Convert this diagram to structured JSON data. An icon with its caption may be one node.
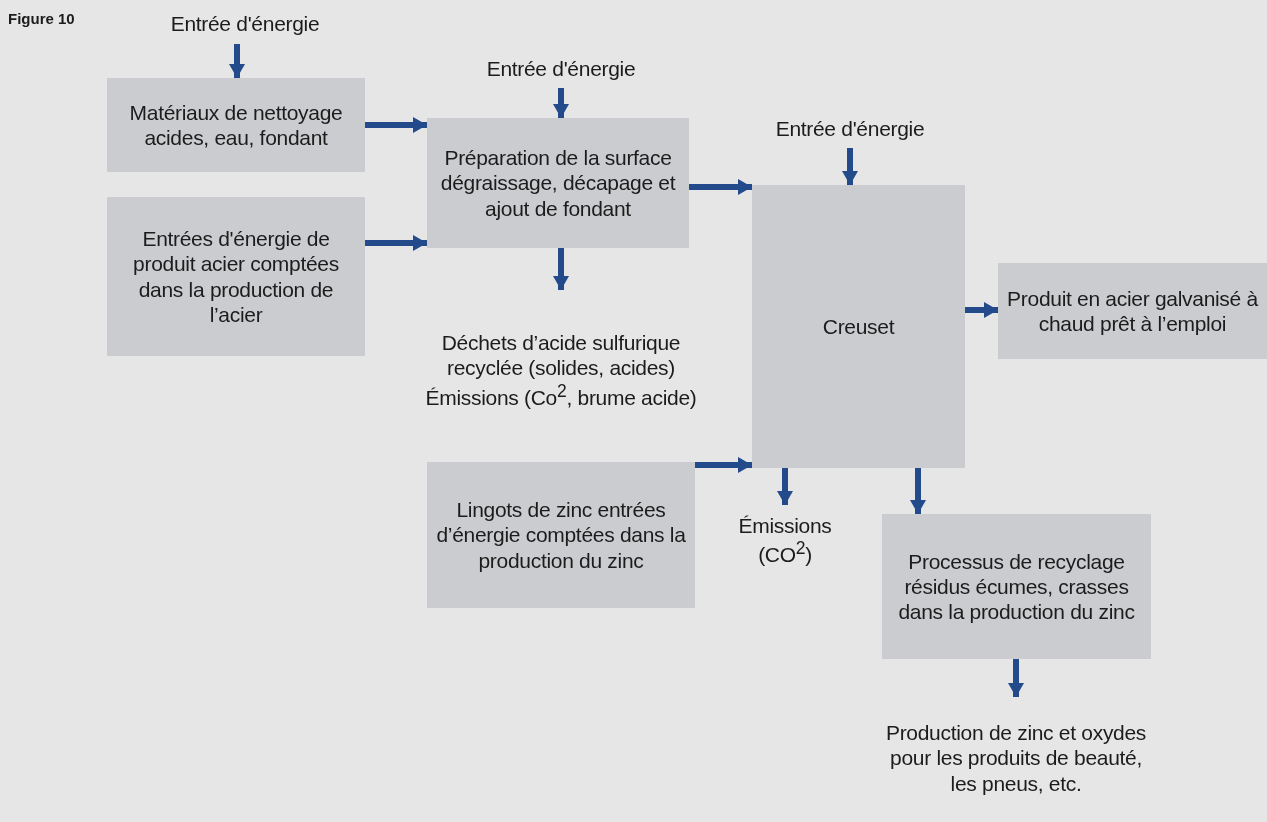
{
  "diagram": {
    "nodes": [
      {
        "text": [
          "Entrée d'énergie"
        ]
      },
      {
        "text": [
          "Matériaux de nettoyage acides, eau, fondant"
        ]
      },
      {
        "text": [
          "Entrées d'énergie de produit acier comptées dans la production de l’acier"
        ]
      },
      {
        "text": [
          "Entrée d'énergie"
        ]
      },
      {
        "text": [
          "Préparation de la surface dégraissage, décapage et ajout de fondant"
        ]
      },
      {
        "text": [
          "Déchets d’acide sulfurique recyclée (solides, acides) Émissions (Co$^{2}$, brume acide)"
        ]
      },
      {
        "text": [
          "Entrée d'énergie"
        ]
      },
      {
        "text": [
          "Creuset"
        ]
      },
      {
        "text": [
          "Produit en acier galvanisé à chaud prêt à l’emploi"
        ]
      },
      {
        "text": [
          "Lingots de zinc entrées d’énergie comptées dans la production du zinc"
        ]
      },
      {
        "text": [
          "Émissions (CO$^{2}$)"
        ]
      },
      {
        "text": [
          "Processus de recyclage résidus écumes, crasses dans la production du zinc"
        ]
      },
      {
        "text": [
          "Production de zinc et oxydes pour les produits de beauté, les pneus, etc."
        ]
      }
    ],
    "edges": [
      {
        "from": 0,
        "to": 1,
        "arrow": "to"
      },
      {
        "from": 1,
        "to": 4,
        "arrow": "to"
      },
      {
        "from": 2,
        "to": 4,
        "arrow": "to"
      },
      {
        "from": 3,
        "to": 4,
        "arrow": "to"
      },
      {
        "from": 4,
        "to": 5,
        "arrow": "to"
      },
      {
        "from": 4,
        "to": 7,
        "arrow": "to"
      },
      {
        "from": 6,
        "to": 7,
        "arrow": "to"
      },
      {
        "from": 7,
        "to": 8,
        "arrow": "to"
      },
      {
        "from": 9,
        "to": 7,
        "arrow": "to"
      },
      {
        "from": 7,
        "to": 10,
        "arrow": "to"
      },
      {
        "from": 7,
        "to": 11,
        "arrow": "to"
      },
      {
        "from": 11,
        "to": 12,
        "arrow": "to"
      }
    ],
    "labels": [
      "Figure 10"
    ]
  }
}
